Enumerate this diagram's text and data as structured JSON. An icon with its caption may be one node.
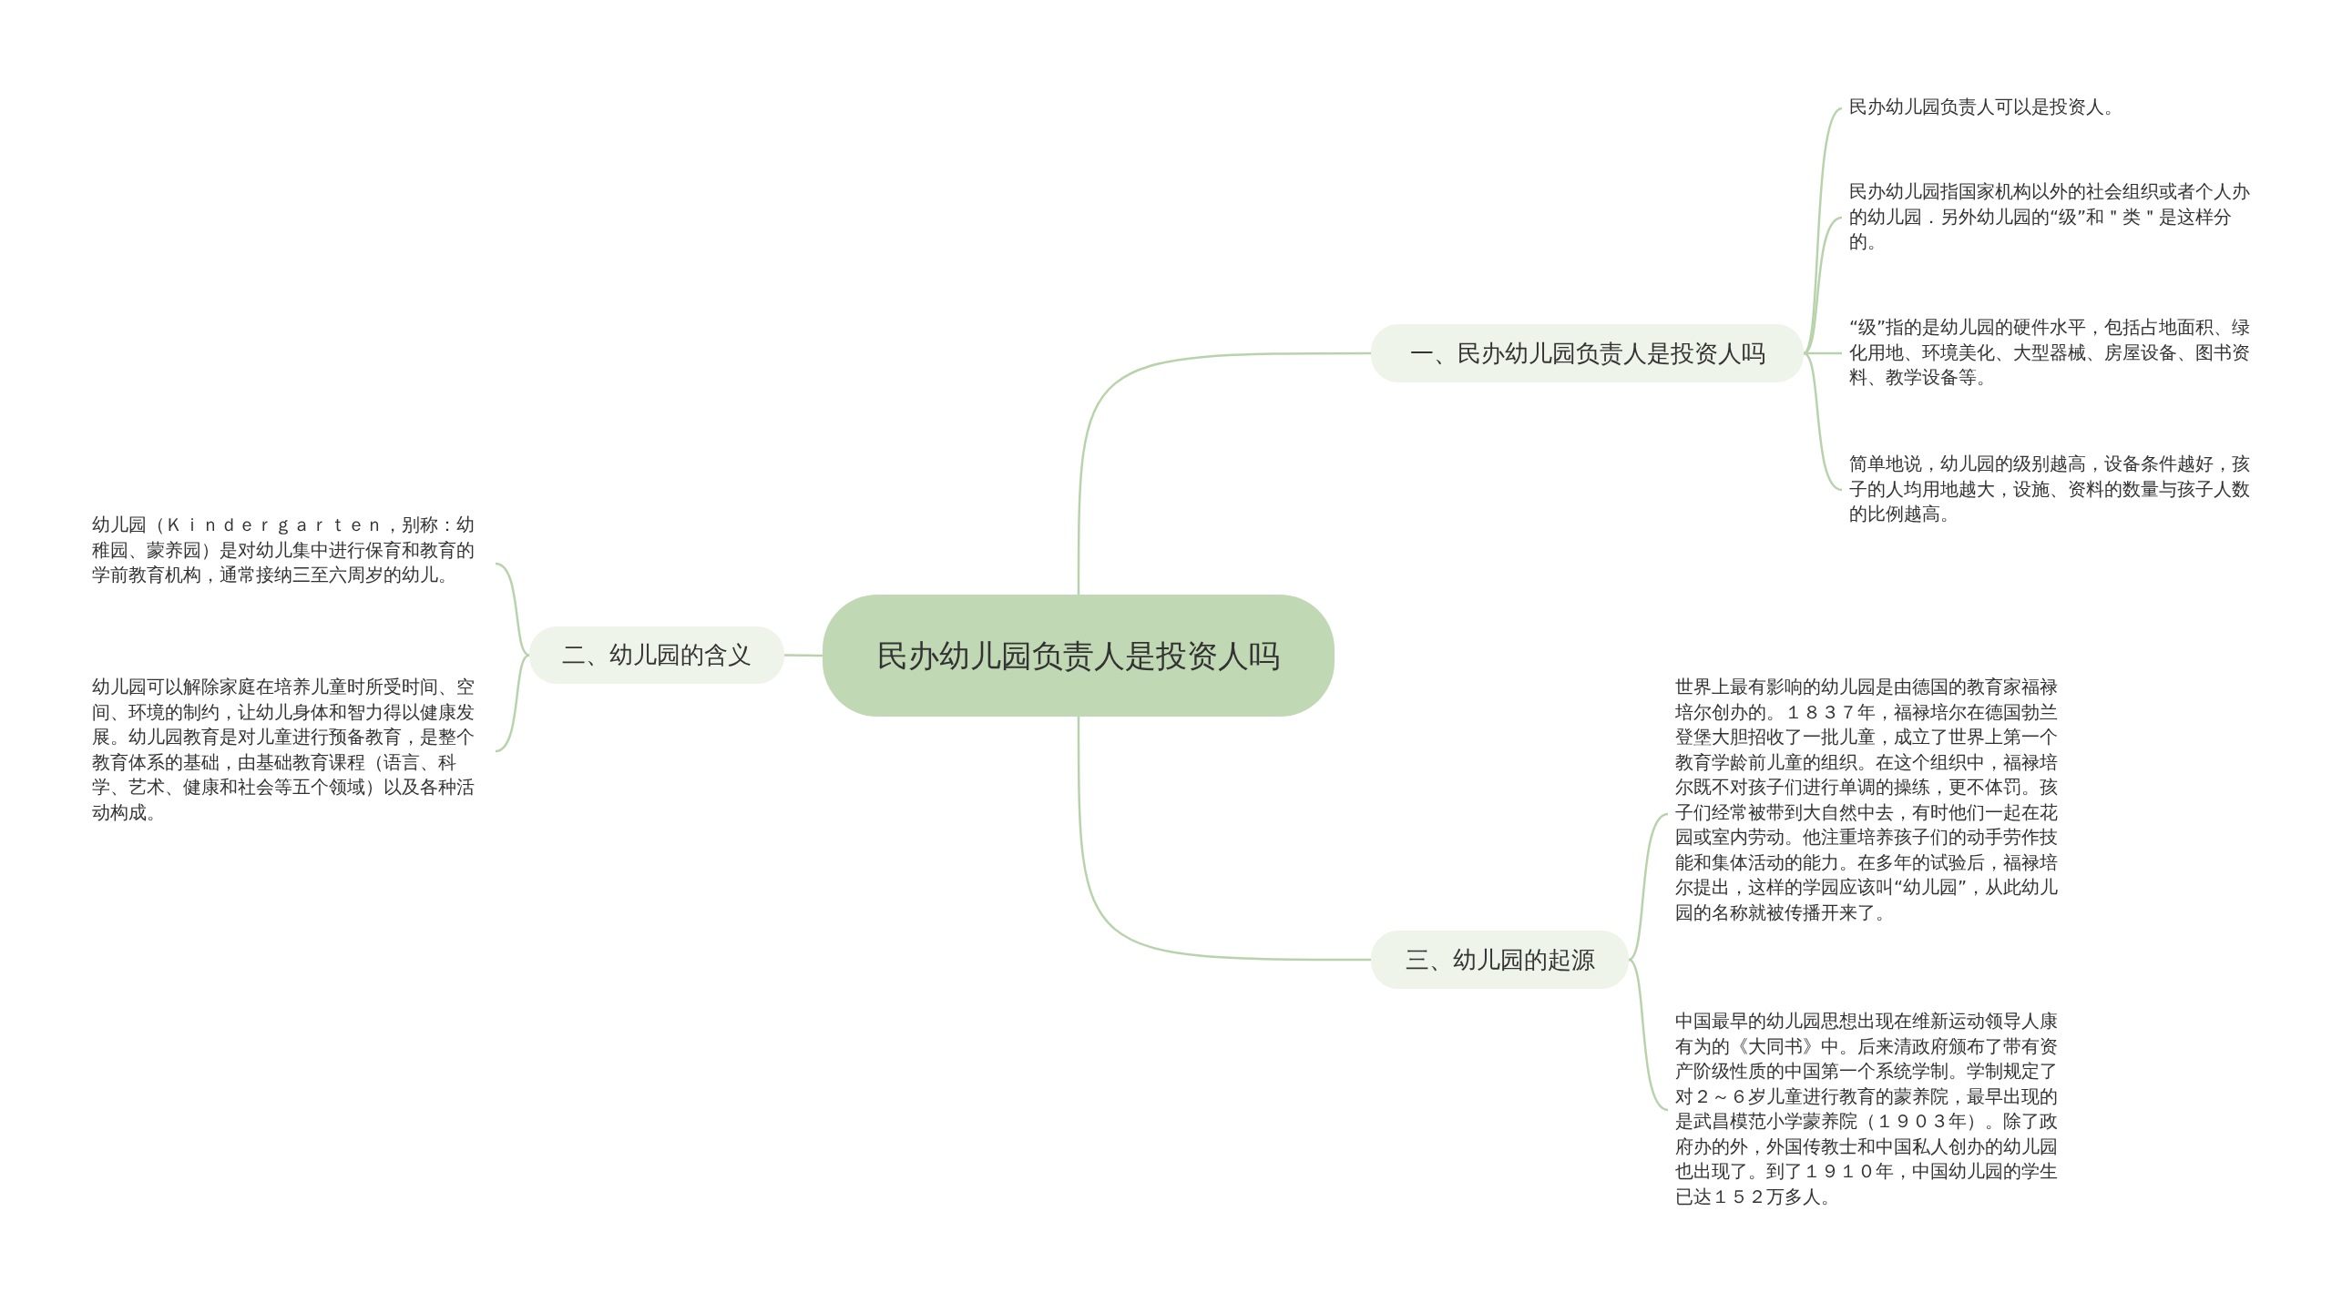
{
  "diagram": {
    "nodes": [
      {
        "text": [
          "民办幼儿园负责人是投资人吗"
        ]
      },
      {
        "text": [
          "一、民办幼儿园负责人是投资人吗"
        ]
      },
      {
        "text": [
          "民办幼儿园负责人可以是投资人。"
        ]
      },
      {
        "text": [
          "民办幼儿园指国家机构以外的社会组织或者个人办的幼儿园．另外幼儿园的“级”和＂类＂是这样分的。"
        ]
      },
      {
        "text": [
          " “级”指的是幼儿园的硬件水平，包括占地面积、绿化用地、环境美化、大型器械、房屋设备、图书资料、教学设备等。"
        ]
      },
      {
        "text": [
          "简单地说，幼儿园的级别越高，设备条件越好，孩子的人均用地越大，设施、资料的数量与孩子人数的比例越高。"
        ]
      },
      {
        "text": [
          "二、幼儿园的含义"
        ]
      },
      {
        "text": [
          "幼儿园（Ｋｉｎｄｅｒｇａｒｔｅｎ，别称：幼稚园、蒙养园）是对幼儿集中进行保育和教育的学前教育机构，通常接纳三至六周岁的幼儿。"
        ]
      },
      {
        "text": [
          "幼儿园可以解除家庭在培养儿童时所受时间、空间、环境的制约，让幼儿身体和智力得以健康发展。幼儿园教育是对儿童进行预备教育，是整个教育体系的基础，由基础教育课程（语言、科学、艺术、健康和社会等五个领域）以及各种活动构成。"
        ]
      },
      {
        "text": [
          "三、幼儿园的起源"
        ]
      },
      {
        "text": [
          "世界上最有影响的幼儿园是由德国的教育家福禄培尔创办的。１８３７年，福禄培尔在德国勃兰登堡大胆招收了一批儿童，成立了世界上第一个教育学龄前儿童的组织。在这个组织中，福禄培尔既不对孩子们进行单调的操练，更不体罚。孩子们经常被带到大自然中去，有时他们一起在花园或室内劳动。他注重培养孩子们的动手劳作技能和集体活动的能力。在多年的试验后，福禄培尔提出，这样的学园应该叫“幼儿园”，从此幼儿园的名称就被传播开来了。"
        ]
      },
      {
        "text": [
          "中国最早的幼儿园思想出现在维新运动领导人康有为的《大同书》中。后来清政府颁布了带有资产阶级性质的中国第一个系统学制。学制规定了对２～６岁儿童进行教育的蒙养院，最早出现的是武昌模范小学蒙养院（１９０３年）。除了政府办的外，外国传教士和中国私人创办的幼儿园也出现了。到了１９１０年，中国幼儿园的学生已达１５２万多人。"
        ]
      }
    ],
    "edges": [
      {
        "from": 0,
        "to": 1,
        "arrow": "none"
      },
      {
        "from": 1,
        "to": 2,
        "arrow": "none"
      },
      {
        "from": 1,
        "to": 3,
        "arrow": "none"
      },
      {
        "from": 1,
        "to": 4,
        "arrow": "none"
      },
      {
        "from": 1,
        "to": 5,
        "arrow": "none"
      },
      {
        "from": 0,
        "to": 6,
        "arrow": "none"
      },
      {
        "from": 6,
        "to": 7,
        "arrow": "none"
      },
      {
        "from": 6,
        "to": 8,
        "arrow": "none"
      },
      {
        "from": 0,
        "to": 9,
        "arrow": "none"
      },
      {
        "from": 9,
        "to": 10,
        "arrow": "none"
      },
      {
        "from": 9,
        "to": 11,
        "arrow": "none"
      }
    ]
  }
}
